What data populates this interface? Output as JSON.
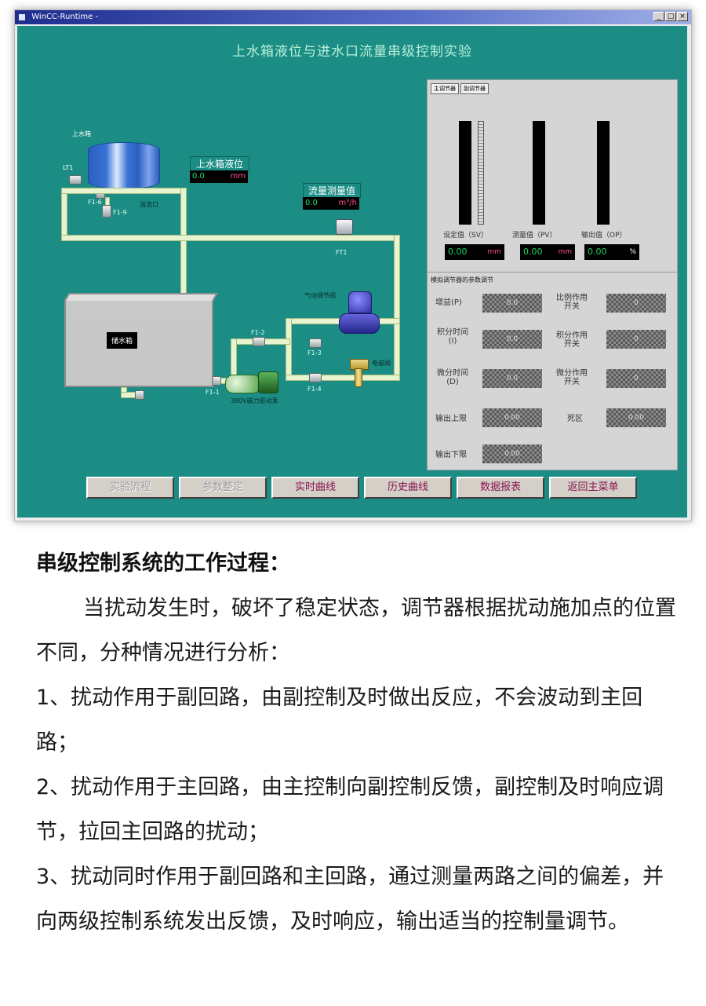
{
  "window": {
    "title": "WinCC-Runtime -",
    "controls": [
      "_",
      "□",
      "×"
    ]
  },
  "hmi": {
    "title": "上水箱液位与进水口流量串级控制实验",
    "upper_tank_label": "上水箱",
    "lt1_label": "LT1",
    "f1_6": "F1-6",
    "f1_9": "F1-9",
    "overflow_label": "溢流口",
    "level_display": {
      "caption": "上水箱液位",
      "value": "0.0",
      "unit": "mm"
    },
    "flow_display": {
      "caption": "流量测量值",
      "value": "0.0",
      "unit": "m³/h"
    },
    "ft1_label": "FT1",
    "reg_valve_label": "气动调节阀",
    "f1_2": "F1-2",
    "f1_3": "F1-3",
    "f1_4": "F1-4",
    "f1_1": "F1-1",
    "solenoid_label": "电磁阀",
    "pump_label": "380V磁力驱动泵",
    "reservoir_label": "储水箱"
  },
  "panel": {
    "tabs": [
      "主调节器",
      "副调节器"
    ],
    "sv_label": "设定值（SV）",
    "pv_label": "测量值（PV）",
    "op_label": "输出值（OP）",
    "sv": {
      "value": "0.00",
      "unit": "mm"
    },
    "pv": {
      "value": "0.00",
      "unit": "mm"
    },
    "op": {
      "value": "0.00",
      "unit": "%"
    },
    "param_title": "模拟调节器的参数调节",
    "gain_label": "增益(P)",
    "gain_value": "0.0",
    "integral_label_1": "积分时间",
    "integral_label_2": "(I)",
    "integral_value": "0.0",
    "derivative_label_1": "微分时间",
    "derivative_label_2": "(D)",
    "derivative_value": "0.0",
    "out_high_label": "输出上限",
    "out_high_value": "0.00",
    "out_low_label": "输出下限",
    "out_low_value": "0.00",
    "p_switch_label_1": "比例作用",
    "p_switch_label_2": "开关",
    "p_switch_value": "0",
    "i_switch_label_1": "积分作用",
    "i_switch_label_2": "开关",
    "i_switch_value": "0",
    "d_switch_label_1": "微分作用",
    "d_switch_label_2": "开关",
    "d_switch_value": "0",
    "deadband_label": "死区",
    "deadband_value": "0.00"
  },
  "buttons": {
    "flow": "实验流程",
    "params": "参数整定",
    "realtime": "实时曲线",
    "history": "历史曲线",
    "report": "数据报表",
    "back": "返回主菜单"
  },
  "article": {
    "heading": "串级控制系统的工作过程：",
    "intro": "当扰动发生时，破坏了稳定状态，调节器根据扰动施加点的位置不同，分种情况进行分析：",
    "item1": "1、扰动作用于副回路，由副控制及时做出反应，不会波动到主回路；",
    "item2": "2、扰动作用于主回路，由主控制向副控制反馈，副控制及时响应调节，拉回主回路的扰动；",
    "item3": "3、扰动同时作用于副回路和主回路，通过测量两路之间的偏差，并向两级控制系统发出反馈，及时响应，输出适当的控制量调节。"
  },
  "colors": {
    "hmi_background": "#1c8d85",
    "title_text": "#b8f0d8",
    "pipe": "#e8f3cf",
    "digital_green": "#20d860",
    "digital_unit": "#ff4d8a"
  }
}
